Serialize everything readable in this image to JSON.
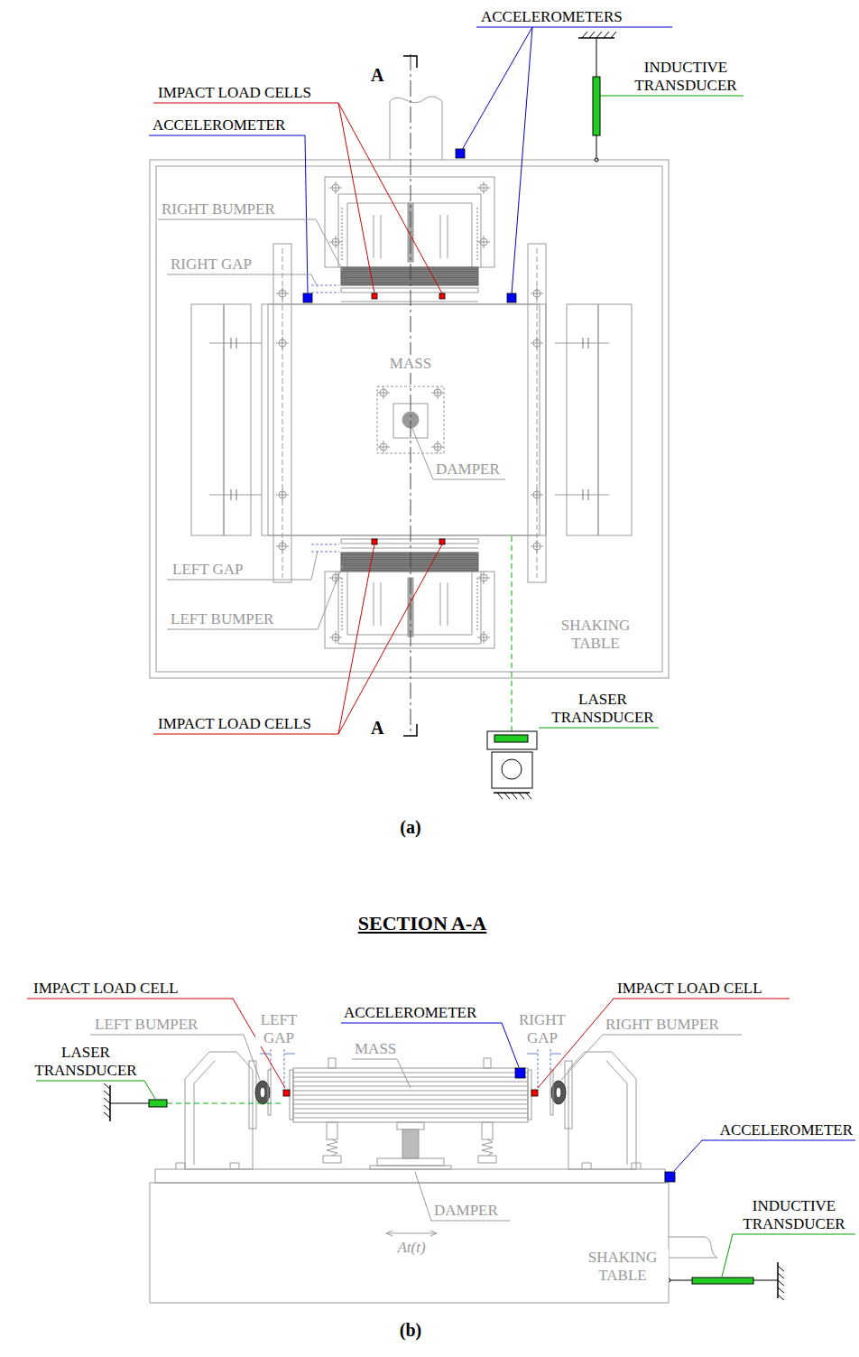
{
  "diagram": {
    "labels": [
      "ACCELEROMETERS",
      "INDUCTIVE TRANSDUCER",
      "A",
      "IMPACT LOAD CELLS",
      "ACCELEROMETER",
      "RIGHT BUMPER",
      "RIGHT GAP",
      "MASS",
      "DAMPER",
      "LEFT GAP",
      "LEFT BUMPER",
      "SHAKING TABLE",
      "IMPACT LOAD CELLS",
      "A",
      "LASER TRANSDUCER",
      "(a)",
      "SECTION A-A",
      "IMPACT LOAD CELL",
      "LEFT BUMPER",
      "LEFT GAP",
      "ACCELEROMETER",
      "RIGHT GAP",
      "IMPACT LOAD CELL",
      "RIGHT BUMPER",
      "LASER TRANSDUCER",
      "MASS",
      "ACCELEROMETER",
      "DAMPER",
      "INDUCTIVE TRANSDUCER",
      "At(t)",
      "SHAKING TABLE",
      "(b)"
    ]
  }
}
